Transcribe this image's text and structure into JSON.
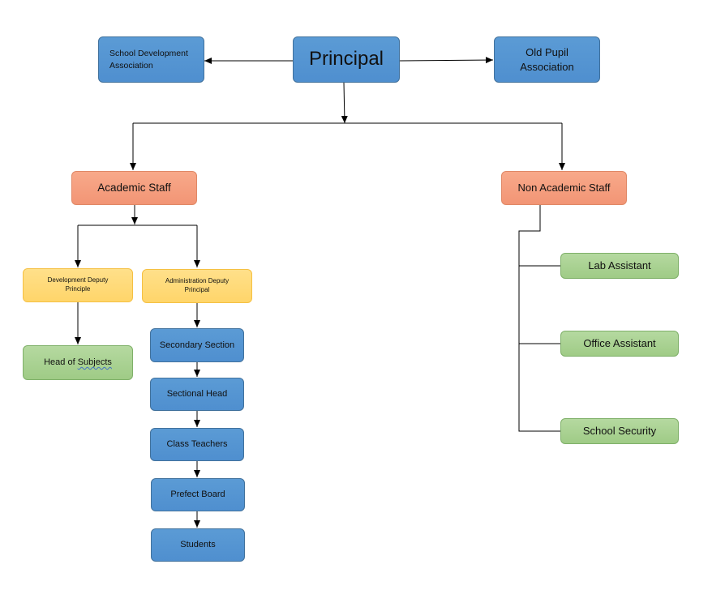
{
  "nodes": {
    "principal": "Principal",
    "sda": "School Development Association",
    "opa": "Old Pupil Association",
    "academic": "Academic Staff",
    "nonacademic": "Non Academic Staff",
    "dev_deputy": "Development Deputy Principle",
    "admin_deputy": "Administration Deputy Principal",
    "head_subjects_prefix": "Head of ",
    "head_subjects_word": "Subjects",
    "secondary": "Secondary Section",
    "sectional": "Sectional Head",
    "class_teachers": "Class Teachers",
    "prefect": "Prefect Board",
    "students": "Students",
    "lab": "Lab Assistant",
    "office": "Office Assistant",
    "security": "School Security"
  },
  "colors": {
    "blue": "#5b9bd5",
    "salmon": "#f4a084",
    "yellow": "#ffd966",
    "green": "#a9d18e",
    "line": "#000000"
  }
}
